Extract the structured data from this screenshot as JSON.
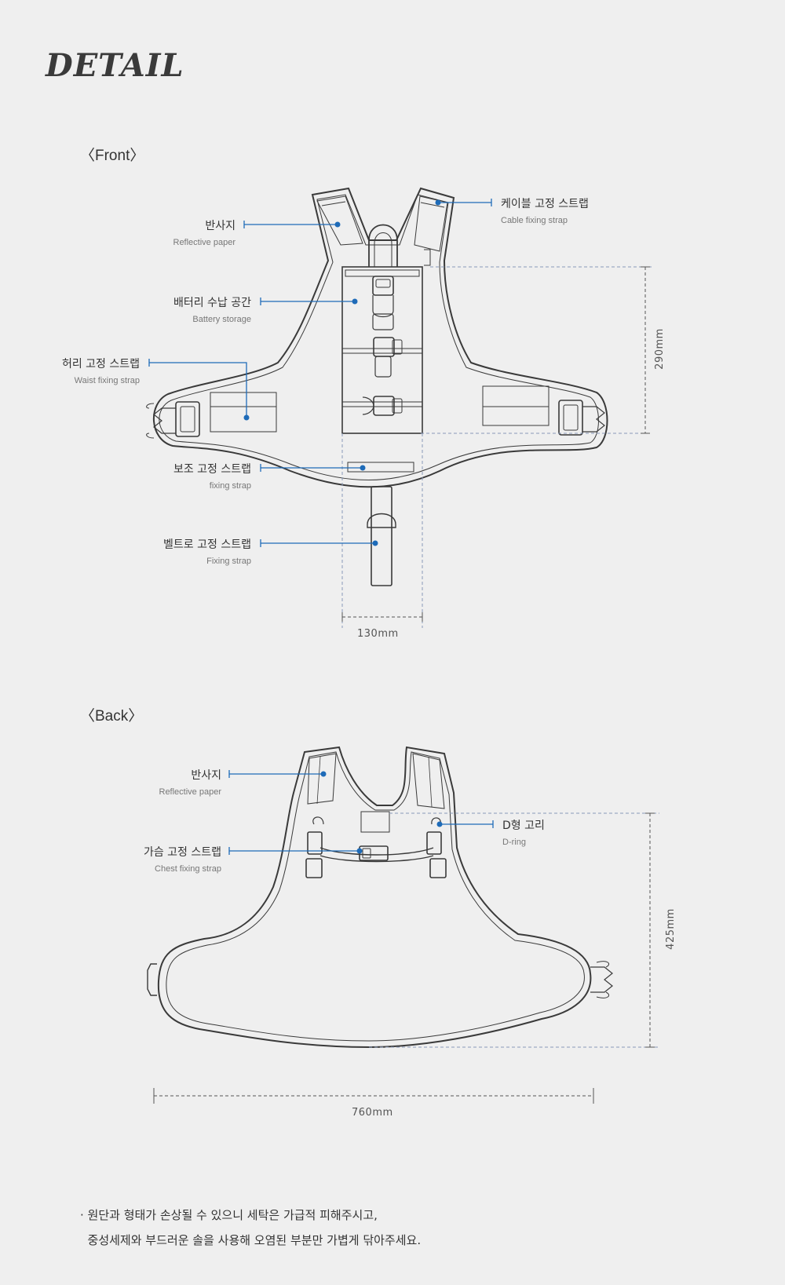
{
  "page_title": "DETAIL",
  "front": {
    "title": "〈Front〉",
    "callouts": [
      {
        "ko": "반사지",
        "en": "Reflective paper"
      },
      {
        "ko": "배터리 수납 공간",
        "en": "Battery storage"
      },
      {
        "ko": "허리 고정 스트랩",
        "en": "Waist fixing strap"
      },
      {
        "ko": "보조 고정 스트랩",
        "en": "fixing strap"
      },
      {
        "ko": "벨트로 고정 스트랩",
        "en": "Fixing strap"
      },
      {
        "ko": "케이블 고정 스트랩",
        "en": "Cable fixing strap"
      }
    ],
    "dimensions": {
      "height": "290mm",
      "width": "130mm"
    }
  },
  "back": {
    "title": "〈Back〉",
    "callouts": [
      {
        "ko": "반사지",
        "en": "Reflective paper"
      },
      {
        "ko": "가슴 고정 스트랩",
        "en": "Chest fixing strap"
      },
      {
        "ko": "D형 고리",
        "en": "D-ring"
      }
    ],
    "dimensions": {
      "height": "425mm",
      "width": "760mm"
    }
  },
  "notes": [
    "· 원단과 형태가 손상될 수 있으니 세탁은 가급적 피해주시고,",
    "  중성세제와 부드러운 솔을 사용해 오염된 부분만 가볍게 닦아주세요."
  ],
  "colors": {
    "background": "#efefef",
    "line": "#3a3a3a",
    "accent": "#1e6bb8",
    "dim_line": "#8a9ab8"
  }
}
